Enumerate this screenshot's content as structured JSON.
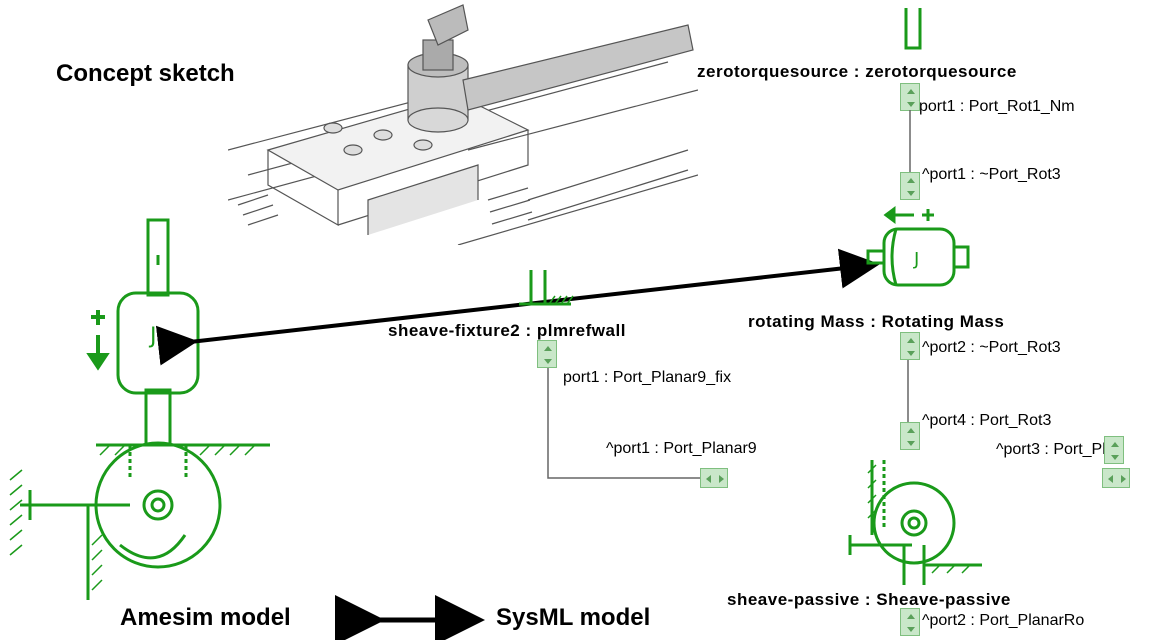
{
  "captions": {
    "concept": "Concept sketch",
    "amesim": "Amesim model",
    "sysml": "SysML model"
  },
  "blocks": {
    "zerotorque": "zerotorquesource : zerotorquesource",
    "rotating": "rotating Mass : Rotating Mass",
    "fixture": "sheave-fixture2 : plmrefwall",
    "passive": "sheave-passive : Sheave-passive"
  },
  "ports": {
    "zt_port1": "port1 : Port_Rot1_Nm",
    "rm_port1": "^port1 : ~Port_Rot3",
    "rm_port2": "^port2 : ~Port_Rot3",
    "rm_port4": "^port4 : Port_Rot3",
    "rm_port3": "^port3 : Port_Pl",
    "fx_port1": "port1 : Port_Planar9_fix",
    "fx_caret_port1": "^port1 : Port_Planar9",
    "sp_port2": "^port2 : Port_PlanarRo"
  },
  "icons": {
    "mass": "rotating-mass-icon",
    "wall": "fixed-wall-icon",
    "source": "torque-source-icon",
    "pulley": "pulley-icon",
    "port": "port-icon",
    "sketch": "concept-sketch-image"
  },
  "colors": {
    "model_green": "#1a9a1a",
    "port_fill": "#c9e7c9"
  }
}
